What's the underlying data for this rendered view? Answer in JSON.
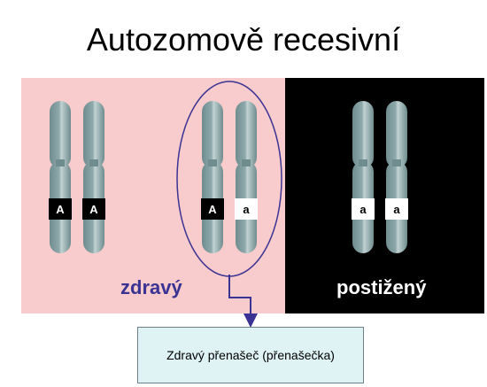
{
  "title": "Autozomově recesivní",
  "colors": {
    "healthy_bg": "#f8cccc",
    "affected_bg": "#000000",
    "chromosome": "#8fa9ab",
    "ellipse": "#3b3393",
    "arrow": "#3b3393",
    "healthy_label": "#3b3393",
    "affected_label": "#ffffff",
    "carrier_box_bg": "#dff2f4",
    "allele_dominant_bg": "#000000",
    "allele_recessive_bg": "#ffffff"
  },
  "panels": {
    "healthy": {
      "label": "zdravý"
    },
    "affected": {
      "label": "postižený"
    }
  },
  "chromosome_pairs": [
    {
      "group": "healthy-homozygous",
      "alleles": [
        "A",
        "A"
      ]
    },
    {
      "group": "healthy-carrier",
      "alleles": [
        "A",
        "a"
      ]
    },
    {
      "group": "affected",
      "alleles": [
        "a",
        "a"
      ]
    }
  ],
  "carrier_box": {
    "text": "Zdravý přenašeč (přenašečka)"
  }
}
